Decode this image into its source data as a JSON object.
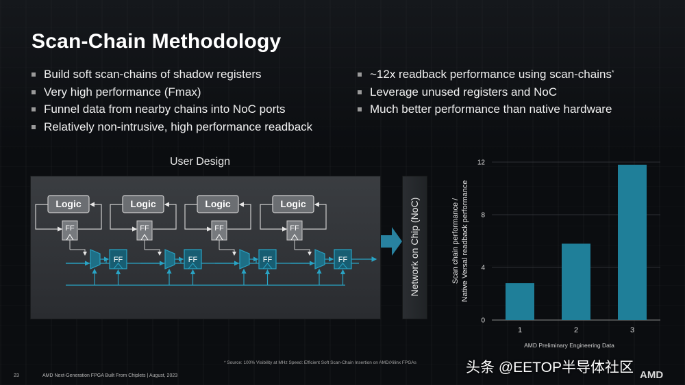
{
  "slide": {
    "title": "Scan-Chain Methodology",
    "bullets_left": [
      "Build soft scan-chains of shadow registers",
      "Very high performance (Fmax)",
      "Funnel data from nearby chains into NoC ports",
      "Relatively non-intrusive, high performance readback"
    ],
    "bullets_right": [
      {
        "text": "~12x readback performance using scan-chains",
        "sup": "*"
      },
      {
        "text": "Leverage unused registers and NoC",
        "sup": ""
      },
      {
        "text": "Much better performance than native hardware",
        "sup": ""
      }
    ]
  },
  "diagram": {
    "user_design_label": "User Design",
    "logic_label": "Logic",
    "ff_label": "FF",
    "noc_label": "Network on Chip (NoC)",
    "colors": {
      "accent": "#29a3c4",
      "box": "#6b6e72",
      "border": "#cfcfcf"
    }
  },
  "chart_data": {
    "type": "bar",
    "categories": [
      "1",
      "2",
      "3"
    ],
    "values": [
      2.8,
      5.8,
      11.8
    ],
    "ylim": [
      0,
      12
    ],
    "yticks": [
      0,
      4,
      8,
      12
    ],
    "ylabel_lines": [
      "Scan chain performance /",
      "Native Versal readback performance"
    ],
    "xlabel": "AMD Preliminary Engineering Data",
    "bar_color": "#1f7f99",
    "grid": true
  },
  "footnote": "* Source: 100% Visibility at MHz Speed: Efficient Soft Scan-Chain Insertion on AMD/Xilinx FPGAs",
  "footer": {
    "page": "23",
    "text": "AMD Next-Generation FPGA Built From Chiplets  |  August, 2023"
  },
  "watermark": "头条 @EETOP半导体社区",
  "logo_text": "AMD"
}
